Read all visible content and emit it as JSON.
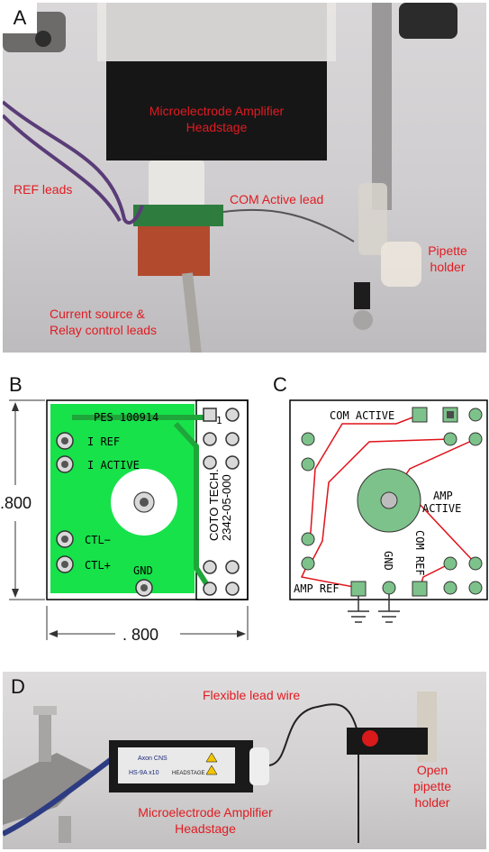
{
  "panel_a": {
    "letter": "A",
    "labels": {
      "amplifier_line1": "Microelectrode Amplifier",
      "amplifier_line2": "Headstage",
      "ref_leads": "REF leads",
      "com_active_lead": "COM Active lead",
      "pipette_line1": "Pipette",
      "pipette_line2": "holder",
      "current_line1": "Current source &",
      "current_line2": "Relay control leads"
    }
  },
  "panel_b": {
    "letter": "B",
    "part_label": "PES 100914",
    "pin_one": "1",
    "pad_labels": {
      "i_ref": "I REF",
      "i_active": "I ACTIVE",
      "ctl_minus": "CTL−",
      "ctl_plus": "CTL+",
      "gnd": "GND"
    },
    "relay_label_line1": "COTO TECH.",
    "relay_label_line2": "2342-05-000",
    "dim_vertical": ".800",
    "dim_horizontal": ". 800",
    "colors": {
      "board": "#17e24a",
      "outline": "#000000"
    }
  },
  "panel_c": {
    "letter": "C",
    "labels": {
      "com_active": "COM ACTIVE",
      "amp_active_line1": "AMP",
      "amp_active_line2": "ACTIVE",
      "com_ref": "COM REF",
      "gnd": "GND",
      "amp_ref": "AMP REF"
    },
    "colors": {
      "pad": "#7dc28a",
      "trace": "#e0131a"
    }
  },
  "panel_d": {
    "letter": "D",
    "labels": {
      "flexible_lead": "Flexible lead wire",
      "amplifier_line1": "Microelectrode Amplifier",
      "amplifier_line2": "Headstage",
      "open_line1": "Open",
      "open_line2": "pipette",
      "open_line3": "holder"
    },
    "device_text": {
      "brand": "Axon CNS",
      "model": "HS-9A x10",
      "type": "HEADSTAGE"
    }
  },
  "label_color": "#e11b22"
}
